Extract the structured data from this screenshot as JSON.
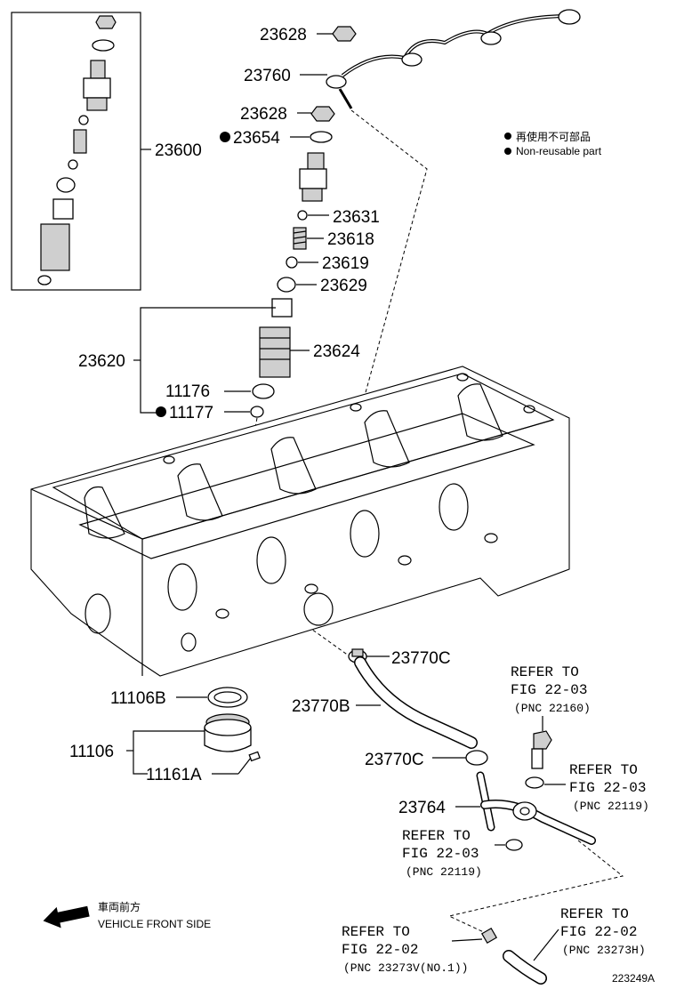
{
  "callouts": {
    "c23628a": "23628",
    "c23760": "23760",
    "c23628b": "23628",
    "c23654": "23654",
    "c23600": "23600",
    "c23631": "23631",
    "c23618": "23618",
    "c23619": "23619",
    "c23629": "23629",
    "c23620": "23620",
    "c23624": "23624",
    "c11176": "11176",
    "c11177": "11177",
    "c23770c_a": "23770C",
    "c23770b": "23770B",
    "c23770c_b": "23770C",
    "c23764": "23764",
    "c11106b": "11106B",
    "c11106": "11106",
    "c11161a": "11161A"
  },
  "legend": {
    "jp": "再使用不可部品",
    "en": "Non-reusable part"
  },
  "references": {
    "r1": {
      "l1": "REFER TO",
      "l2": "FIG 22-03",
      "l3": "(PNC 22160)"
    },
    "r2": {
      "l1": "REFER TO",
      "l2": "FIG 22-03",
      "l3": "(PNC 22119)"
    },
    "r3": {
      "l1": "REFER TO",
      "l2": "FIG 22-03",
      "l3": "(PNC 22119)"
    },
    "r4": {
      "l1": "REFER TO",
      "l2": "FIG 22-02",
      "l3": "(PNC 23273V(NO.1))"
    },
    "r5": {
      "l1": "REFER TO",
      "l2": "FIG 22-02",
      "l3": "(PNC 23273H)"
    }
  },
  "front": {
    "jp": "車両前方",
    "en": "VEHICLE FRONT SIDE"
  },
  "figure_id": "223249A"
}
